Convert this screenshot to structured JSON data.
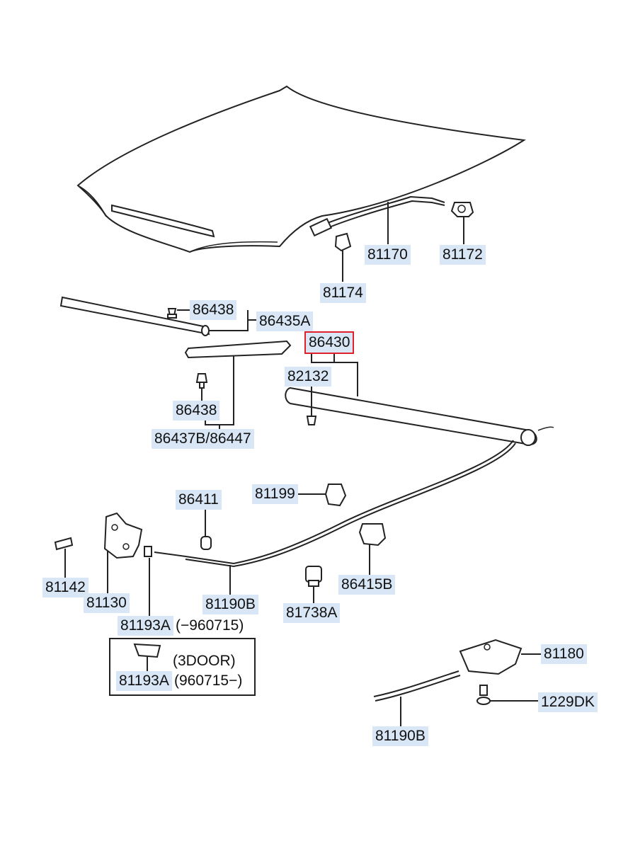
{
  "parts": {
    "p81170": "81170",
    "p81172": "81172",
    "p81174": "81174",
    "p86438_top": "86438",
    "p86435A": "86435A",
    "p86430": "86430",
    "p82132": "82132",
    "p86438_mid": "86438",
    "p86437B_86447": "86437B/86447",
    "p86411": "86411",
    "p81199": "81199",
    "p81142": "81142",
    "p81130": "81130",
    "p81190B_left": "81190B",
    "p86415B": "86415B",
    "p81738A": "81738A",
    "p81193A_a": "81193A",
    "p81193A_a_note": "(−960715)",
    "p81193A_b": "81193A",
    "p81193A_b_note": "(960715−)",
    "box_3door": "(3DOOR)",
    "p81180": "81180",
    "p1229DK": "1229DK",
    "p81190B_right": "81190B"
  },
  "highlighted_part": "86430",
  "colors": {
    "label_bg": "#d8e6f5",
    "highlight_border": "#e0202a",
    "line": "#222222"
  }
}
